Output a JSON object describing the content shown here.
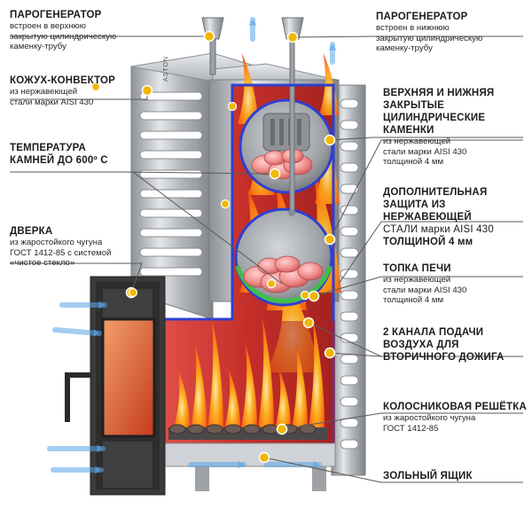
{
  "colors": {
    "accent": "#f2b705",
    "steel": "#b9bcc0",
    "cast_iron": "#3a3a3a",
    "outline_blue": "#2f3fd1",
    "air_blue": "#5aa6e8",
    "flame": "#ff8a1a",
    "chamber_red": "#c9332c"
  },
  "labels": {
    "steam_left": {
      "title": "ПАРОГЕНЕРАТОР",
      "lines": [
        "встроен в верхнюю",
        "закрытую цилиндрическую",
        "каменку-трубу"
      ]
    },
    "steam_right": {
      "title": "ПАРОГЕНЕРАТОР",
      "lines": [
        "встроен в нижнюю",
        "закрытую цилиндрическую",
        "каменку-трубу"
      ]
    },
    "convector": {
      "title": "КОЖУХ-КОНВЕКТОР",
      "lines": [
        "из нержавеющей",
        "стали марки AISI 430"
      ]
    },
    "stones_temp": {
      "title_lines": [
        "ТЕМПЕРАТУРА",
        "КАМНЕЙ ДО 600º С"
      ]
    },
    "door": {
      "title": "ДВЕРКА",
      "lines": [
        "из жаростойкого чугуна",
        "ГОСТ 1412-85 с системой",
        "«чистое стекло»"
      ]
    },
    "heaters": {
      "title_lines": [
        "ВЕРХНЯЯ И НИЖНЯЯ",
        "ЗАКРЫТЫЕ",
        "ЦИЛИНДРИЧЕСКИЕ",
        "КАМЕНКИ"
      ],
      "lines": [
        "из нержавеющей",
        "стали марки AISI 430",
        "толщиной 4 мм"
      ]
    },
    "protection": {
      "title_lines": [
        "ДОПОЛНИТЕЛЬНАЯ",
        "ЗАЩИТА ИЗ НЕРЖАВЕЮЩЕЙ",
        "СТАЛИ марки AISI 430",
        "ТОЛЩИНОЙ 4 мм"
      ]
    },
    "firebox": {
      "title": "ТОПКА ПЕЧИ",
      "lines": [
        "из нержавеющей",
        "стали марки AISI 430",
        "толщиной 4 мм"
      ]
    },
    "channels": {
      "title_lines": [
        "2 КАНАЛА ПОДАЧИ",
        "ВОЗДУХА ДЛЯ",
        "ВТОРИЧНОГО ДОЖИГА"
      ]
    },
    "grate": {
      "title": "КОЛОСНИКОВАЯ РЕШЁТКА",
      "lines": [
        "из жаростойкого чугуна",
        "ГОСТ 1412-85"
      ]
    },
    "ashbox": {
      "title": "ЗОЛЬНЫЙ ЯЩИК"
    }
  },
  "brand": {
    "text": "ASTON"
  },
  "icons": [
    "bullet-dot-icon",
    "air-arrow-icon",
    "flame-icon",
    "stone-icon"
  ]
}
